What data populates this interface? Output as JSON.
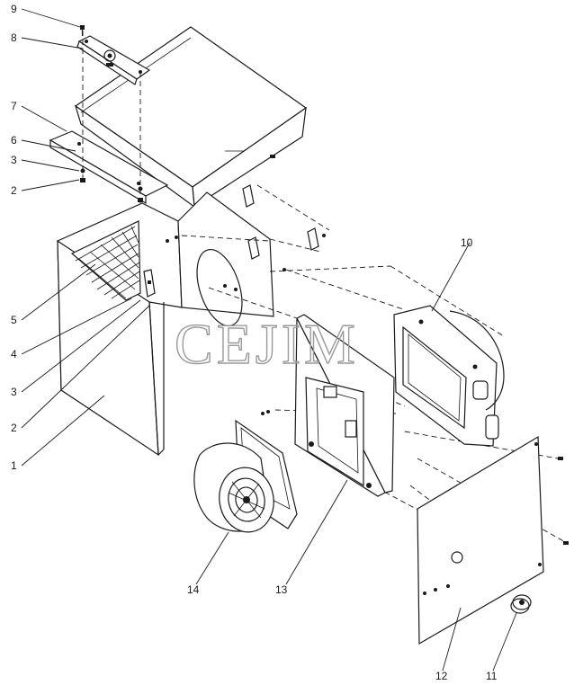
{
  "watermark": "CEJIM",
  "callouts": [
    {
      "id": "c9",
      "text": "9"
    },
    {
      "id": "c8",
      "text": "8"
    },
    {
      "id": "c7",
      "text": "7"
    },
    {
      "id": "c6",
      "text": "6"
    },
    {
      "id": "c3a",
      "text": "3"
    },
    {
      "id": "c2a",
      "text": "2"
    },
    {
      "id": "c5",
      "text": "5"
    },
    {
      "id": "c4",
      "text": "4"
    },
    {
      "id": "c3b",
      "text": "3"
    },
    {
      "id": "c2b",
      "text": "2"
    },
    {
      "id": "c1",
      "text": "1"
    },
    {
      "id": "c10",
      "text": "10"
    },
    {
      "id": "c14",
      "text": "14"
    },
    {
      "id": "c13",
      "text": "13"
    },
    {
      "id": "c12",
      "text": "12"
    },
    {
      "id": "c11",
      "text": "11"
    }
  ]
}
